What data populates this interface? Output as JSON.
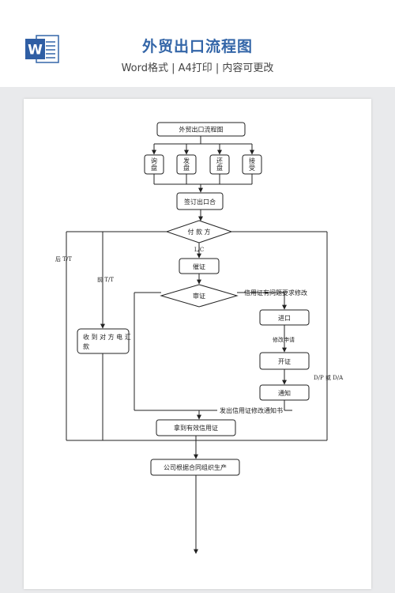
{
  "header": {
    "title": "外贸出口流程图",
    "subtitle": "Word格式 | A4打印 | 内容可更改",
    "icon_letter": "W"
  },
  "flowchart": {
    "title_box": "外贸出口流程图",
    "steps": [
      "询盘",
      "发盘",
      "还盘",
      "接受"
    ],
    "contract": "签订出口合",
    "payment_method": "付 款 方",
    "lc": "L/C",
    "urge": "催证",
    "review": "审证",
    "problem_note": "信用证有问题要求修改",
    "importer": "进口",
    "amend_request": "修改申请",
    "issue": "开证",
    "notify": "通知",
    "dp_da": "D/P 或 D/A",
    "later_tt": "后 T/T",
    "advance_tt": "前 T/T",
    "receive_remit": "收到对方电汇款",
    "amend_notice": "发出信用证修改通知书",
    "valid_lc": "拿到有效信用证",
    "production": "公司根据合同组织生产"
  }
}
